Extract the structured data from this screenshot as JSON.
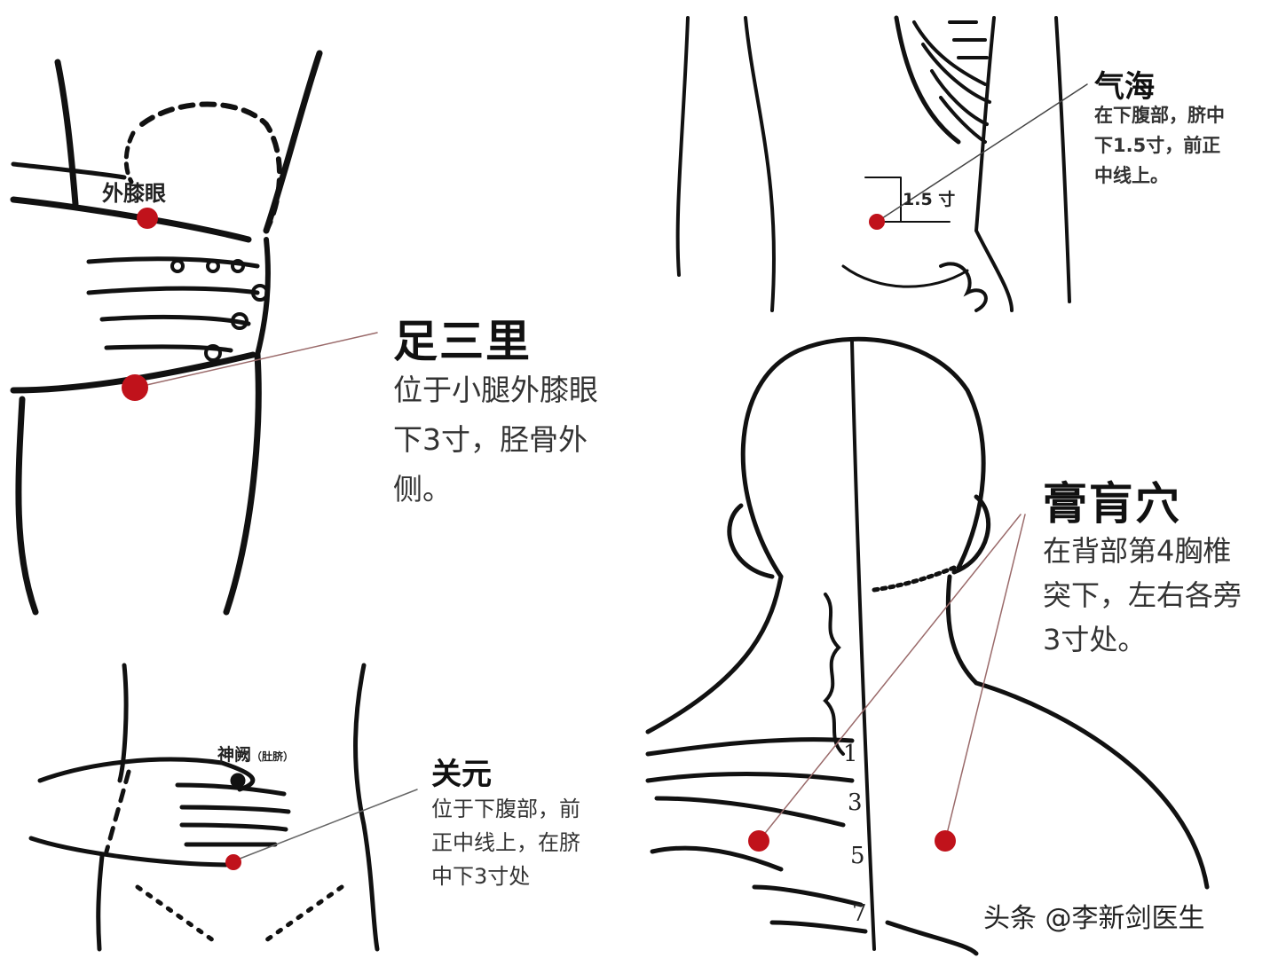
{
  "panels": {
    "zusanli": {
      "title": "足三里",
      "description": [
        "位于小腿外膝眼",
        "下3寸，胫骨外",
        "侧。"
      ],
      "landmark_label": "外膝眼"
    },
    "qihai": {
      "title": "气海",
      "description": [
        "在下腹部，脐中",
        "下1.5寸，前正",
        "中线上。"
      ],
      "measure_label": "1.5 寸"
    },
    "guanyuan": {
      "title": "关元",
      "description": [
        "位于下腹部，前",
        "正中线上，在脐",
        "中下3寸处"
      ],
      "landmark_label": "神阙",
      "landmark_note": "（肚脐）"
    },
    "gaohuang": {
      "title": "膏肓穴",
      "description": [
        "在背部第4胸椎",
        "突下，左右各旁",
        "3寸处。"
      ],
      "vertebra_labels": [
        "1",
        "3",
        "5",
        "7"
      ]
    }
  },
  "watermark": "头条 @李新剑医生",
  "colors": {
    "acupoint": "#c0121b",
    "line": "#111111",
    "pointer": "#9a6a6a"
  }
}
